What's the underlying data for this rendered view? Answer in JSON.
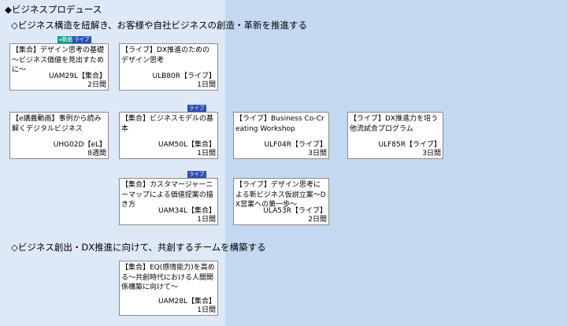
{
  "page_title": "◆ビジネスプロデュース",
  "section1_title": "◇ビジネス構造を紐解き、お客様や自社ビジネスの創造・革新を推進する",
  "section2_title": "◇ビジネス創出・DX推進に向けて、共創するチームを構築する",
  "tags": {
    "elearning": "e動画",
    "live": "ライブ"
  },
  "courses": [
    {
      "title": "【集合】デザイン思考の基礎 ～ビジネス価値を見出すために～",
      "code": "UAM29L【集合】",
      "duration": "2日間"
    },
    {
      "title": "【ライブ】DX推進のためのデザイン思考",
      "code": "ULB80R【ライブ】",
      "duration": "1日間"
    },
    {
      "title": "【e講義動画】事例から読み解くデジタルビジネス",
      "code": "UHG02D【eL】",
      "duration": "8週間"
    },
    {
      "title": "【集合】ビジネスモデルの基本",
      "code": "UAM50L【集合】",
      "duration": "1日間"
    },
    {
      "title": "【ライブ】Business Co-Creating Workshop",
      "code": "ULF04R【ライブ】",
      "duration": "3日間"
    },
    {
      "title": "【ライブ】DX推進力を培う他流試合プログラム",
      "code": "ULF85R【ライブ】",
      "duration": "3日間"
    },
    {
      "title": "【集合】カスタマージャーニーマップによる価値提案の描き方",
      "code": "UAM34L【集合】",
      "duration": "1日間"
    },
    {
      "title": "【ライブ】デザイン思考による新ビジネス仮説立案～DX営業への第一歩～",
      "code": "ULA53R【ライブ】",
      "duration": "2日間"
    },
    {
      "title": "【集合】EQ(感情能力)を高める～共創時代における人間関係構築に向けて～",
      "code": "UAM28L【集合】",
      "duration": "1日間"
    }
  ]
}
